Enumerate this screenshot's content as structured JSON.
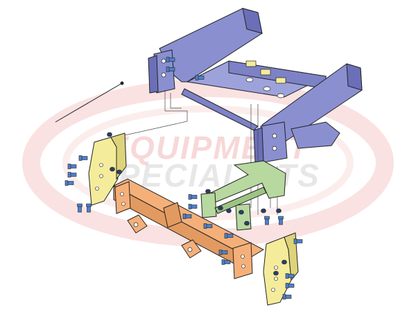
{
  "watermark": {
    "line1": "EQUIPMENT",
    "line2": "SPECIALISTS",
    "ring_color": "#e04a4a",
    "text_color_top": "#d63c3c",
    "text_color_bottom": "#777777"
  },
  "colors": {
    "frame": "#8a8fd0",
    "frame_dark": "#5f63a8",
    "crossbar": "#f5b07a",
    "crossbar_dark": "#c98752",
    "bracket_yellow": "#f4ec9a",
    "bracket_green": "#b7d89e",
    "bolt": "#4f7fc9",
    "outline": "#222222"
  },
  "parts": [
    {
      "name": "vehicle-frame"
    },
    {
      "name": "front-crossbar"
    },
    {
      "name": "left-mount-bracket"
    },
    {
      "name": "right-mount-bracket"
    },
    {
      "name": "center-support-bracket"
    },
    {
      "name": "harness-wire"
    }
  ]
}
